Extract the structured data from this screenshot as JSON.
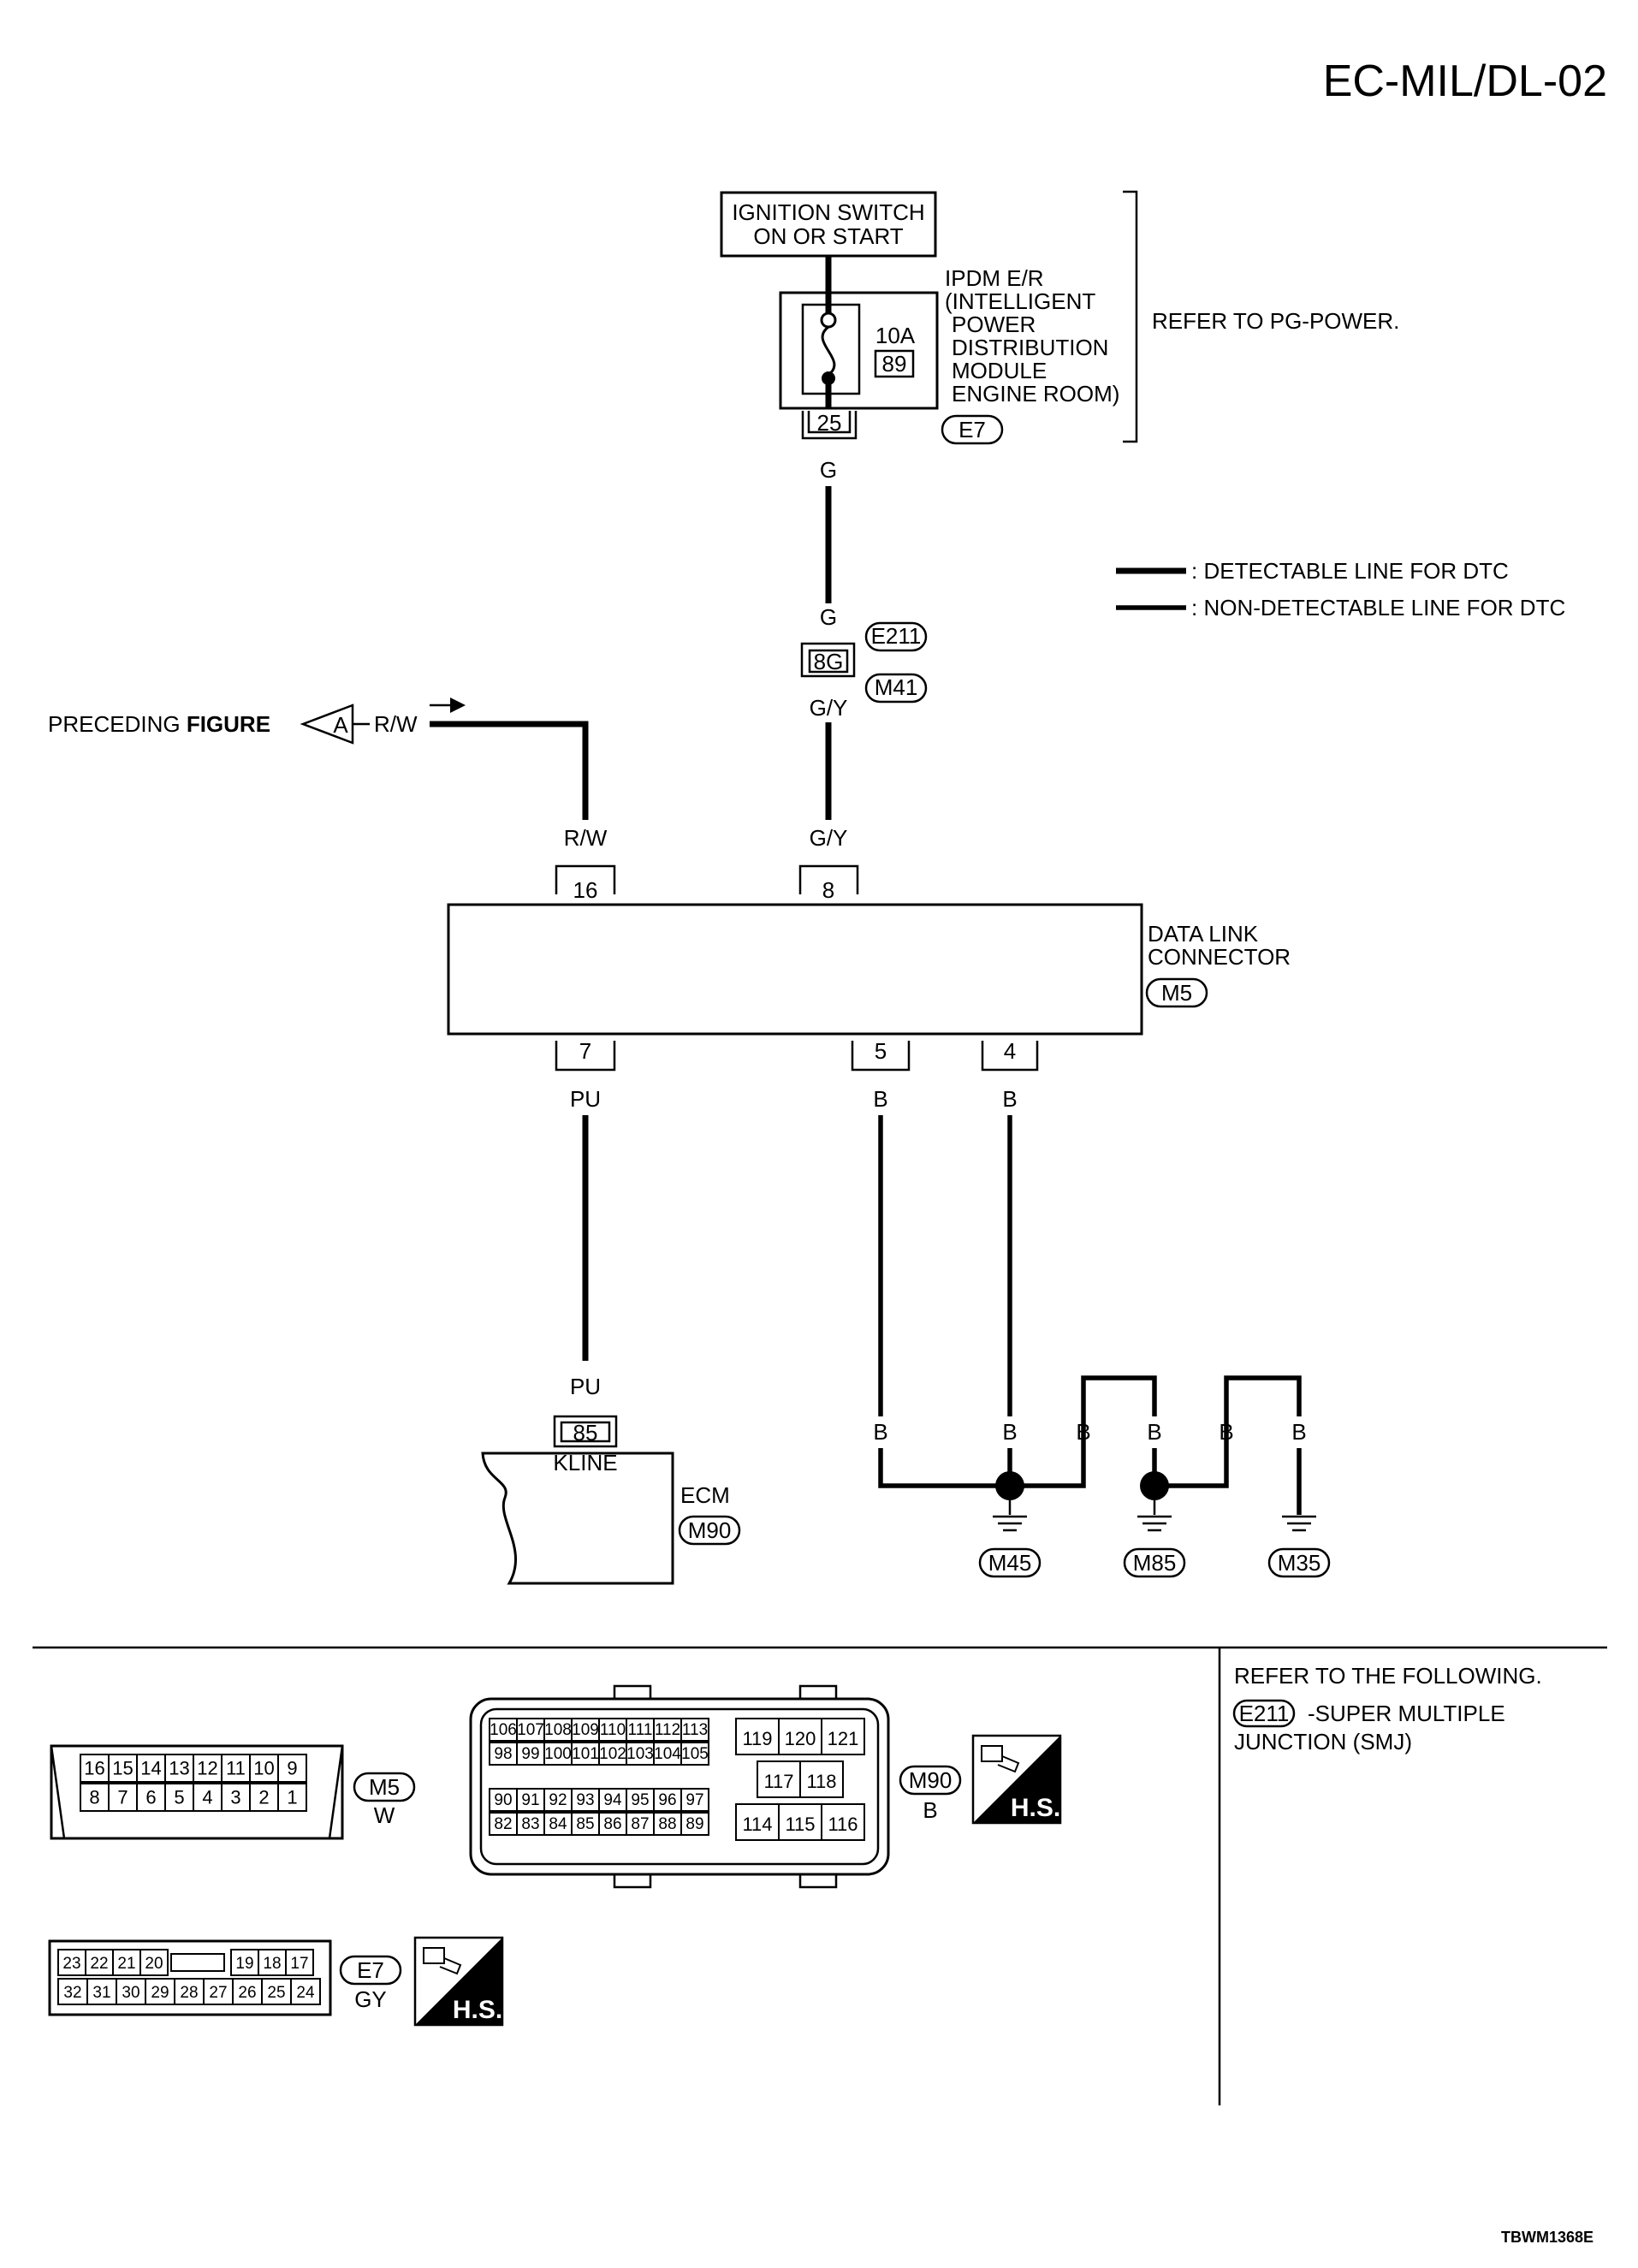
{
  "page_code": "EC-MIL/DL-02",
  "figure_code": "TBWM1368E",
  "ignition": {
    "line1": "IGNITION SWITCH",
    "line2": "ON OR START"
  },
  "ipdm": {
    "lines": [
      "IPDM E/R",
      "(INTELLIGENT",
      "POWER",
      "DISTRIBUTION",
      "MODULE",
      "ENGINE ROOM)"
    ],
    "fuse_rating": "10A",
    "fuse_number": "89",
    "terminal": "25",
    "connector": "E7"
  },
  "refer_power": "REFER TO PG-POWER.",
  "legend": {
    "detectable": ": DETECTABLE LINE FOR DTC",
    "non_detectable": ": NON-DETECTABLE LINE FOR DTC"
  },
  "wires": {
    "g_top": "G",
    "g_mid": "G",
    "gy_mid": "G/Y",
    "gy_dlc": "G/Y",
    "rw_pre": "R/W",
    "rw_dlc": "R/W",
    "pu_dlc": "PU",
    "pu_ecm": "PU",
    "b5": "B",
    "b4": "B",
    "b_g1": "B",
    "b_g2": "B",
    "b_g3": "B",
    "b_g4": "B",
    "b_g5": "B",
    "b_g6": "B"
  },
  "joint": {
    "terminal": "8G",
    "upper": "E211",
    "lower": "M41"
  },
  "preceding": {
    "label": "PRECEDING",
    "label_bold": "FIGURE",
    "marker": "A"
  },
  "dlc": {
    "line1": "DATA LINK",
    "line2": "CONNECTOR",
    "connector": "M5",
    "pins": {
      "p16": "16",
      "p8": "8",
      "p7": "7",
      "p5": "5",
      "p4": "4"
    }
  },
  "ecm": {
    "terminal": "85",
    "signal": "KLINE",
    "label": "ECM",
    "connector": "M90"
  },
  "grounds": [
    "M45",
    "M85",
    "M35"
  ],
  "connector_views": {
    "m5": {
      "id": "M5",
      "color": "W",
      "top": [
        "16",
        "15",
        "14",
        "13",
        "12",
        "11",
        "10",
        "9"
      ],
      "bottom": [
        "8",
        "7",
        "6",
        "5",
        "4",
        "3",
        "2",
        "1"
      ]
    },
    "m90": {
      "id": "M90",
      "color": "B",
      "badge": "H.S.",
      "r1": [
        "106",
        "107",
        "108",
        "109",
        "110",
        "111",
        "112",
        "113"
      ],
      "r2": [
        "98",
        "99",
        "100",
        "101",
        "102",
        "103",
        "104",
        "105"
      ],
      "r3": [
        "90",
        "91",
        "92",
        "93",
        "94",
        "95",
        "96",
        "97"
      ],
      "r4": [
        "82",
        "83",
        "84",
        "85",
        "86",
        "87",
        "88",
        "89"
      ],
      "right_top": [
        "119",
        "120",
        "121"
      ],
      "right_mid": [
        "117",
        "118"
      ],
      "right_bot": [
        "114",
        "115",
        "116"
      ]
    },
    "e7": {
      "id": "E7",
      "color": "GY",
      "badge": "H.S.",
      "top_left": [
        "23",
        "22",
        "21",
        "20"
      ],
      "top_right": [
        "19",
        "18",
        "17"
      ],
      "bottom": [
        "32",
        "31",
        "30",
        "29",
        "28",
        "27",
        "26",
        "25",
        "24"
      ]
    }
  },
  "refer_following": {
    "title": "REFER TO THE FOLLOWING.",
    "connector": "E211",
    "line1": "-SUPER MULTIPLE",
    "line2": "JUNCTION (SMJ)"
  }
}
